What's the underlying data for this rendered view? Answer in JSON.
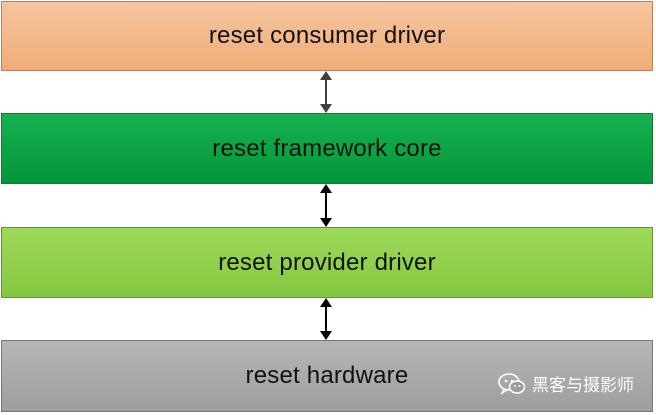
{
  "layers": {
    "consumer": {
      "label": "reset consumer driver",
      "color": "#f0ac78"
    },
    "framework": {
      "label": "reset framework core",
      "color": "#03963a"
    },
    "provider": {
      "label": "reset provider driver",
      "color": "#84c740"
    },
    "hardware": {
      "label": "reset hardware",
      "color": "#9e9e9e"
    }
  },
  "connectors": [
    {
      "type": "bidirectional-arrow"
    },
    {
      "type": "bidirectional-arrow"
    },
    {
      "type": "bidirectional-arrow"
    }
  ],
  "watermark": {
    "icon": "wechat-icon",
    "text": "黑客与摄影师"
  }
}
